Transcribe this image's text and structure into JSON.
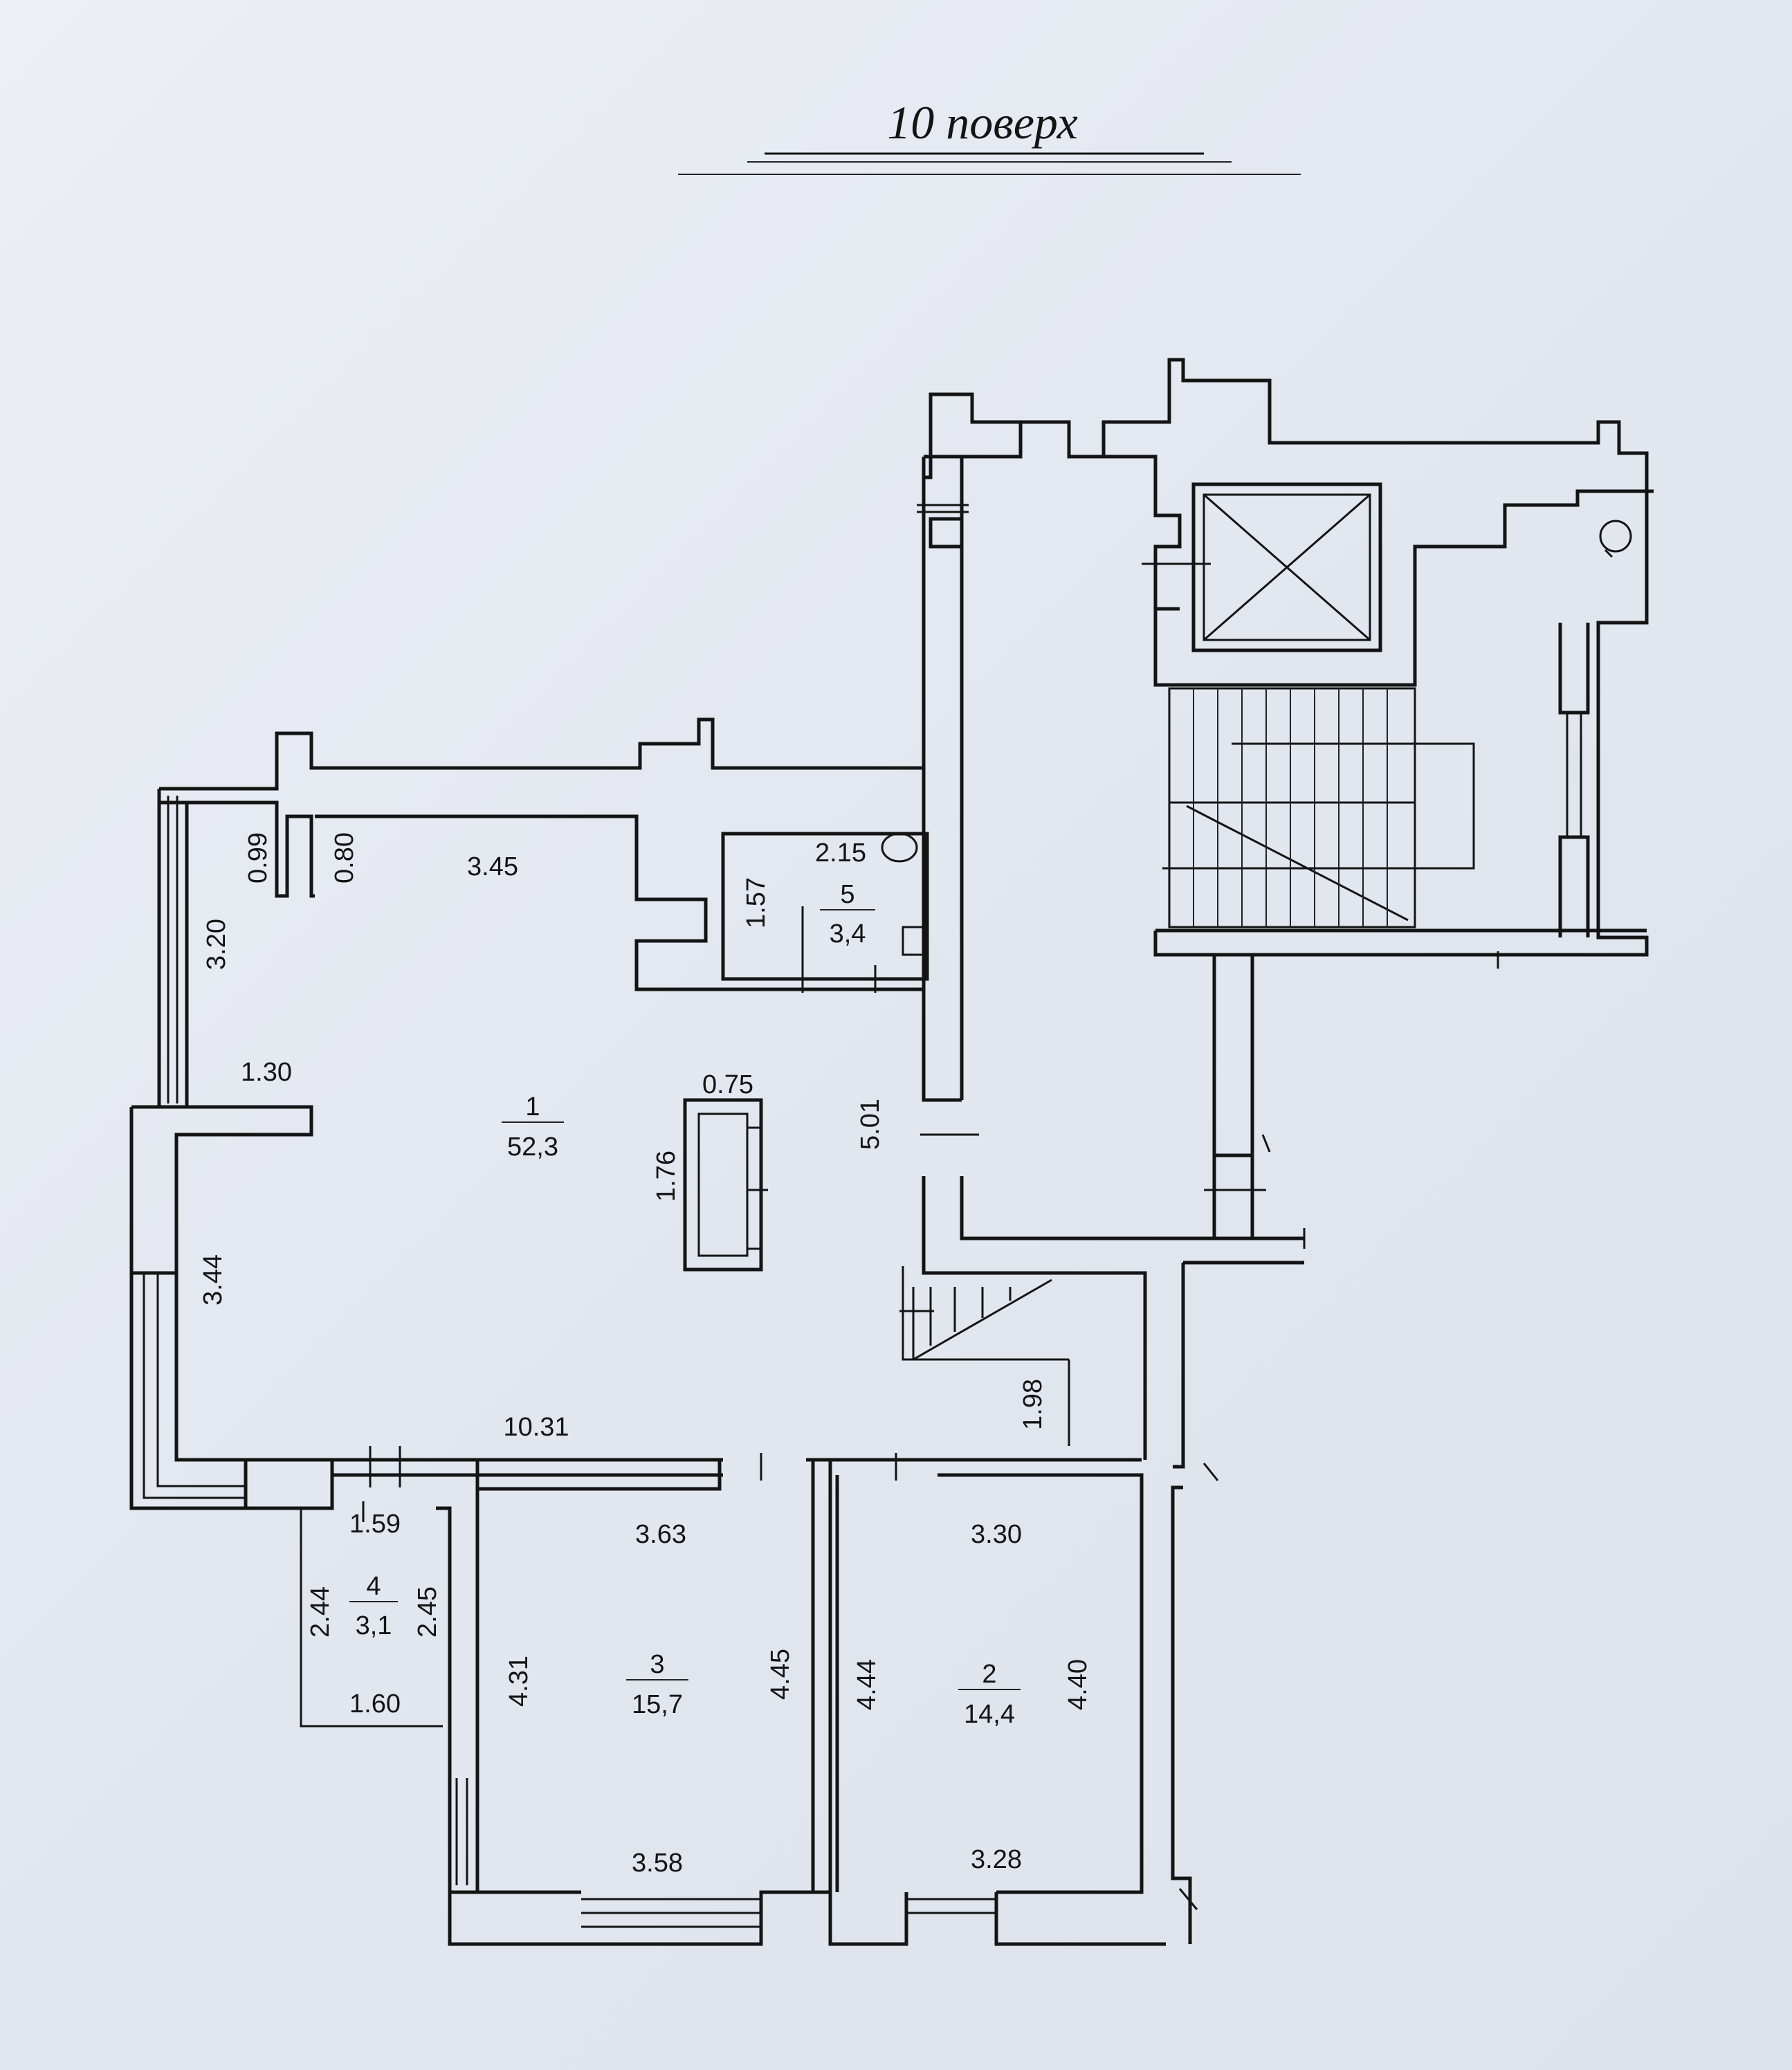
{
  "floor_title": "10 поверх",
  "rooms": [
    {
      "number": "1",
      "area": "52,3"
    },
    {
      "number": "2",
      "area": "14,4"
    },
    {
      "number": "3",
      "area": "15,7"
    },
    {
      "number": "4",
      "area": "3,1"
    },
    {
      "number": "5",
      "area": "3,4"
    }
  ],
  "dimensions": {
    "d_099": "0.99",
    "d_080": "0.80",
    "d_345": "3.45",
    "d_320": "3.20",
    "d_130": "1.30",
    "d_344": "3.44",
    "d_075": "0.75",
    "d_176": "1.76",
    "d_501": "5.01",
    "d_215": "2.15",
    "d_157": "1.57",
    "d_1031": "10.31",
    "d_198": "1.98",
    "d_159": "1.59",
    "d_244": "2.44",
    "d_245": "2.45",
    "d_160": "1.60",
    "d_363": "3.63",
    "d_431": "4.31",
    "d_445": "4.45",
    "d_358": "3.58",
    "d_330": "3.30",
    "d_444": "4.44",
    "d_440": "4.40",
    "d_328": "3.28"
  }
}
